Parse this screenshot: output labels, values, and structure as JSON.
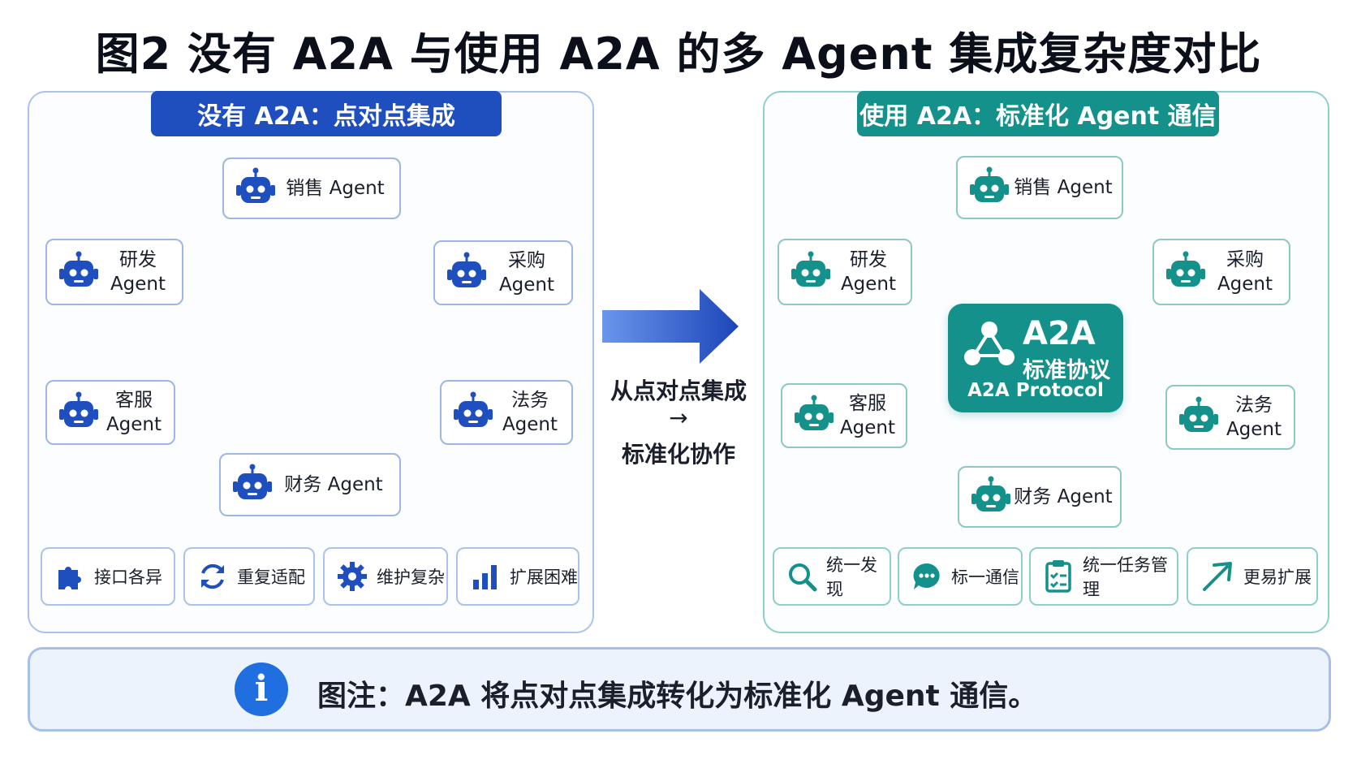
{
  "title": "图2 没有 A2A 与使用 A2A 的多 Agent 集成复杂度对比",
  "left_panel": {
    "header": "没有 A2A：点对点集成",
    "agents": {
      "sales": [
        "销售 Agent"
      ],
      "rnd": [
        "研发",
        "Agent"
      ],
      "purchase": [
        "采购",
        "Agent"
      ],
      "service": [
        "客服",
        "Agent"
      ],
      "legal": [
        "法务",
        "Agent"
      ],
      "finance": [
        "财务 Agent"
      ]
    },
    "pills": [
      {
        "icon": "puzzle-icon",
        "label": "接口各异"
      },
      {
        "icon": "refresh-icon",
        "label": "重复适配"
      },
      {
        "icon": "gear-icon",
        "label": "维护复杂"
      },
      {
        "icon": "bar-chart-icon",
        "label": "扩展困难"
      }
    ]
  },
  "middle": {
    "line1": "从点对点集成",
    "arrow": "→",
    "line2": "标准化协作"
  },
  "right_panel": {
    "header": "使用 A2A：标准化 Agent 通信",
    "hub": {
      "title": "A2A",
      "subtitle": "标准协议",
      "caption": "A2A Protocol"
    },
    "agents": {
      "sales": [
        "销售 Agent"
      ],
      "rnd": [
        "研发",
        "Agent"
      ],
      "purchase": [
        "采购",
        "Agent"
      ],
      "service": [
        "客服",
        "Agent"
      ],
      "legal": [
        "法务",
        "Agent"
      ],
      "finance": [
        "财务 Agent"
      ]
    },
    "pills": [
      {
        "icon": "search-icon",
        "label": "统一发现"
      },
      {
        "icon": "chat-icon",
        "label": "标一通信"
      },
      {
        "icon": "clipboard-icon",
        "label": "统一任务管理"
      },
      {
        "icon": "arrow-up-right-icon",
        "label": "更易扩展"
      }
    ]
  },
  "note": {
    "icon": "info-icon",
    "symbol": "i",
    "text": "图注：A2A 将点对点集成转化为标准化 Agent 通信。"
  },
  "colors": {
    "blue": "#1f4fbf",
    "teal": "#14918b",
    "arrow_blue": "#2a5fd0"
  }
}
